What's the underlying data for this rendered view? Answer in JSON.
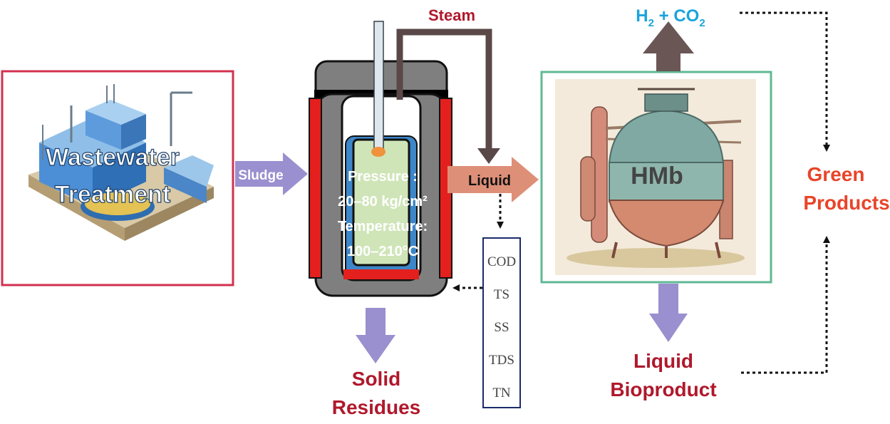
{
  "plant": {
    "label_line1": "Wastewater",
    "label_line2": "Treatment"
  },
  "arrows": {
    "sludge": "Sludge",
    "liquid": "Liquid"
  },
  "reactor": {
    "steam": "Steam",
    "conditions": [
      "Pressure :",
      "20–80 kg/cm²",
      "Temperature:",
      "100–210°C"
    ]
  },
  "digester": {
    "label": "HMb"
  },
  "outputs": {
    "gas": {
      "h": "H",
      "h_sub": "2",
      "plus": " + CO",
      "co_sub": "2"
    },
    "green_products": [
      "Green",
      "Products"
    ],
    "liquid_bioproduct": [
      "Liquid",
      "Bioproduct"
    ],
    "solid_residues": [
      "Solid",
      "Residues"
    ]
  },
  "parameters": [
    "COD",
    "TS",
    "SS",
    "TDS",
    "TN"
  ],
  "colors": {
    "plant_border": "#d2304f",
    "digester_border": "#5fb894",
    "feed_arrow": "#9a8fcf",
    "liquid_arrow": "#de8f78",
    "gas_arrow": "#6b5656",
    "steam_line": "#5a4848",
    "heater": "#e3201d",
    "vessel": "#7f7f7f",
    "jacket": "#3d86c8",
    "liquid_fill": "#cfe5b8",
    "label_red": "#b0182c",
    "gas_blue": "#1aa3dc",
    "green_products": "#e8452a",
    "param_border": "#1b2b6a"
  }
}
